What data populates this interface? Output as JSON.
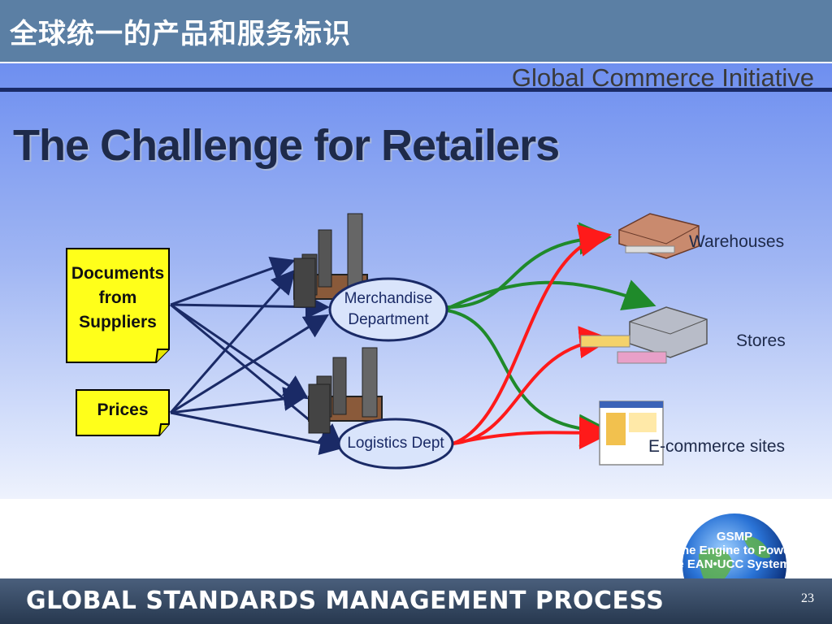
{
  "header": {
    "title": "全球统一的产品和服务标识"
  },
  "slide": {
    "banner": "Global Commerce Initiative",
    "heading": "The Challenge for Retailers",
    "sources": {
      "documents": [
        "Documents",
        "from",
        "Suppliers"
      ],
      "prices": "Prices"
    },
    "departments": {
      "merchandise": [
        "Merchandise",
        "Department"
      ],
      "logistics": "Logistics Dept"
    },
    "destinations": {
      "warehouses": "Warehouses",
      "stores": "Stores",
      "ecommerce": "E-commerce sites"
    }
  },
  "footer": {
    "text": "GLOBAL STANDARDS MANAGEMENT PROCESS",
    "logo_lines": [
      "GSMP",
      "The Engine to Power",
      "the EAN•UCC System"
    ],
    "page_number": "23"
  },
  "colors": {
    "arrow_blue": "#1a2a66",
    "arrow_green": "#1f8a2a",
    "arrow_red": "#ff1a1a",
    "note_yellow": "#ffff1a"
  }
}
